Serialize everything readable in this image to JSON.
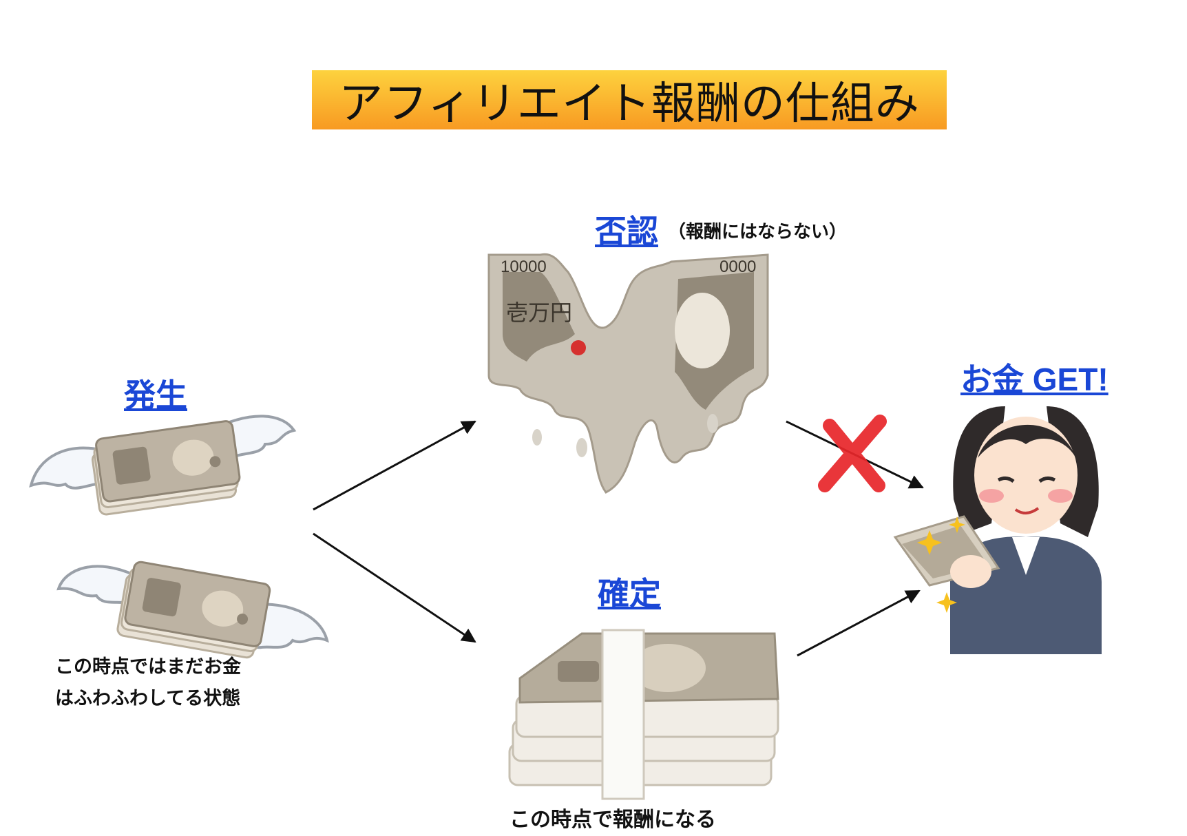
{
  "title": "アフィリエイト報酬の仕組み",
  "nodes": {
    "occurrence": {
      "label": "発生",
      "caption_lines": [
        "この時点ではまだお金",
        "はふわふわしてる状態"
      ]
    },
    "rejection": {
      "label": "否認",
      "note": "（報酬にはならない）"
    },
    "confirmation": {
      "label": "確定",
      "caption": "この時点で報酬になる"
    },
    "result": {
      "label": "お金 GET!"
    }
  },
  "bill_print": {
    "denomination": "10000",
    "denomination_partial": "0000",
    "name_text": "壱万円"
  },
  "colors": {
    "banner_top": "#fdd23e",
    "banner_bottom": "#f89a22",
    "link": "#1a47d6",
    "cross": "#e8262a",
    "arrow": "#111111"
  },
  "icons": [
    "flying-money-icon",
    "melting-bill-icon",
    "money-stack-icon",
    "woman-holding-money-icon",
    "cross-mark-icon",
    "sparkle-icon"
  ]
}
